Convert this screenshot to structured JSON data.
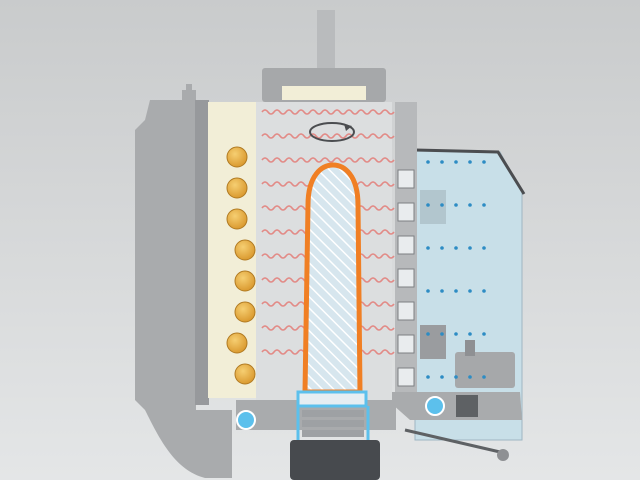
{
  "diagram": {
    "kind": "preform reheating station cross-section",
    "labels": [],
    "icons": {
      "rotation": "rotation-arrow-icon",
      "heat": "heat-wave-icon",
      "lamp": "heating-lamp-icon",
      "cooling": "cooling-air-icon"
    },
    "counts": {
      "heating_lamps": 8,
      "heat_wave_rows": 11,
      "cooling_air_rows": 6
    },
    "colors": {
      "background_top": "#c9cbcc",
      "background_bottom": "#e4e6e7",
      "housing": "#a9abad",
      "housing_dark": "#8e9093",
      "chamber": "#dcdedf",
      "reflector": "#f2eed7",
      "lamp": "#e2a73a",
      "heat_wave": "#e28a86",
      "preform": "#f07f24",
      "cooling_panel": "#c8dfe8",
      "cooling_dot": "#2d8cc4",
      "ring": "#5cc0ec",
      "spindle": "#474a4e"
    }
  }
}
